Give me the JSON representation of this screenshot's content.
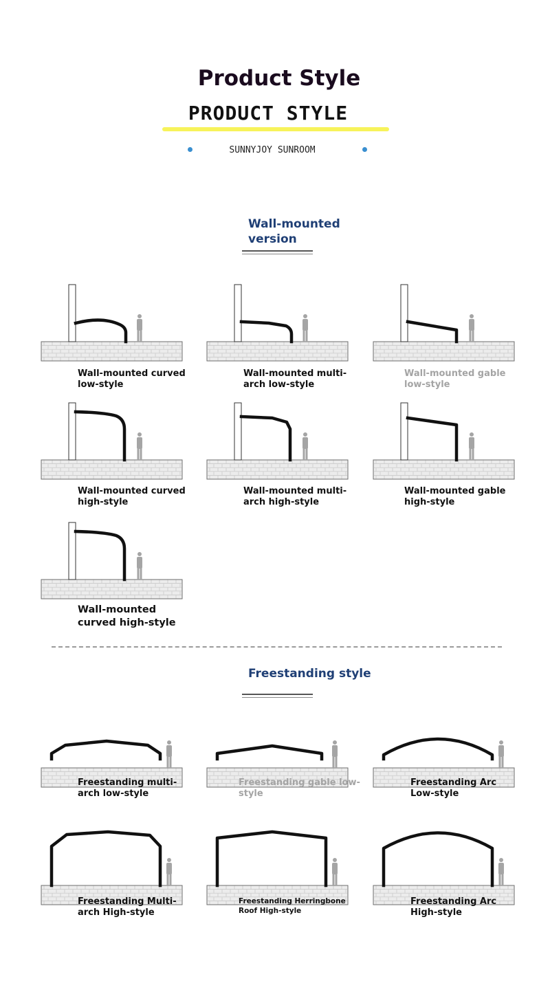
{
  "header": {
    "title": "Product Style",
    "subtitle": "PRODUCT STYLE",
    "brand": "SUNNYJOY SUNROOM",
    "accent_yellow": "#f7f35a",
    "dot_color": "#3a8fd0"
  },
  "sections": {
    "wall_mounted": {
      "heading": "Wall-mounted\nversion",
      "heading_color": "#1f3f75"
    },
    "freestanding": {
      "heading": "Freestanding style",
      "heading_color": "#1f3f75"
    }
  },
  "wall_items": [
    {
      "label": "Wall-mounted curved\nlow-style",
      "roof": "curved",
      "height": "low",
      "pool": true,
      "muted": false
    },
    {
      "label": "Wall-mounted multi-\narch low-style",
      "roof": "multi-arch",
      "height": "low",
      "pool": true,
      "muted": false
    },
    {
      "label": "Wall-mounted gable\nlow-style",
      "roof": "gable",
      "height": "low",
      "pool": true,
      "muted": true
    },
    {
      "label": "Wall-mounted curved\nhigh-style",
      "roof": "curved",
      "height": "high",
      "pool": false,
      "muted": false
    },
    {
      "label": "Wall-mounted multi-\narch high-style",
      "roof": "multi-arch",
      "height": "high",
      "pool": false,
      "muted": false
    },
    {
      "label": "Wall-mounted gable\nhigh-style",
      "roof": "gable",
      "height": "high",
      "pool": false,
      "muted": false
    },
    {
      "label": "Wall-mounted\ncurved high-style",
      "roof": "curved",
      "height": "high",
      "pool": false,
      "muted": false
    }
  ],
  "free_items": [
    {
      "label": "Freestanding multi-\narch low-style",
      "roof": "multi-arch",
      "height": "low",
      "pool": true,
      "muted": false
    },
    {
      "label": "Freestanding gable low-\nstyle",
      "roof": "gable",
      "height": "low",
      "pool": true,
      "muted": true
    },
    {
      "label": "Freestanding Arc\nLow-style",
      "roof": "arc",
      "height": "low",
      "pool": true,
      "muted": false
    },
    {
      "label": "Freestanding Multi-\narch High-style",
      "roof": "multi-arch",
      "height": "high",
      "pool": false,
      "muted": false
    },
    {
      "label": "Freestanding Herringbone\nRoof High-style",
      "roof": "herringbone",
      "height": "high",
      "pool": false,
      "muted": false
    },
    {
      "label": "Freestanding Arc\nHigh-style",
      "roof": "arc",
      "height": "high",
      "pool": false,
      "muted": false
    }
  ],
  "colors": {
    "pool": "#2f6b9e",
    "ground": "#ececec",
    "structure": "#111111",
    "person": "#a5a5a5"
  }
}
